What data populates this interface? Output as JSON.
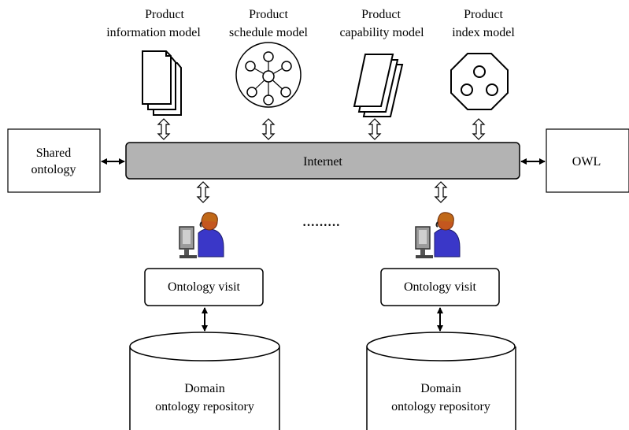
{
  "models": [
    {
      "line1": "Product",
      "line2": "information model",
      "icon": "document-stack-icon"
    },
    {
      "line1": "Product",
      "line2": "schedule model",
      "icon": "network-circle-icon"
    },
    {
      "line1": "Product",
      "line2": "capability model",
      "icon": "parallelogram-stack-icon"
    },
    {
      "line1": "Product",
      "line2": "index model",
      "icon": "octagon-circles-icon"
    }
  ],
  "bus": {
    "label": "Internet"
  },
  "left_box": {
    "line1": "Shared",
    "line2": "ontology"
  },
  "right_box": {
    "label": "OWL"
  },
  "ellipsis": "·········",
  "clients": [
    {
      "visit_label": "Ontology visit",
      "repo_line1": "Domain",
      "repo_line2": "ontology repository",
      "icon": "user-at-computer-icon"
    },
    {
      "visit_label": "Ontology visit",
      "repo_line1": "Domain",
      "repo_line2": "ontology repository",
      "icon": "user-at-computer-icon"
    }
  ]
}
